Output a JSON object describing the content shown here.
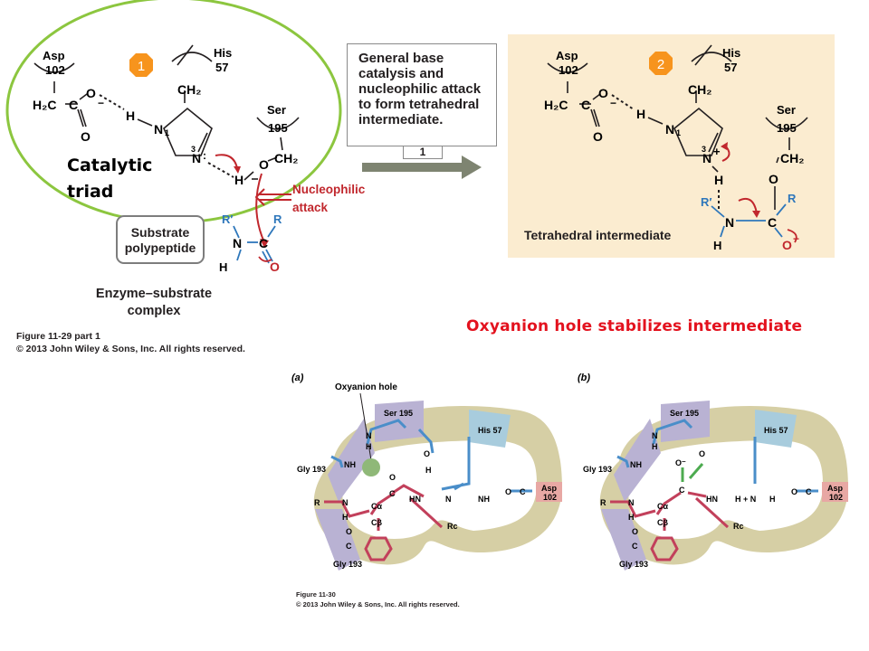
{
  "callout": {
    "text_lines": [
      "General base",
      "catalysis and",
      "nucleophilic attack",
      "to form tetrahedral",
      "intermediate."
    ],
    "step": "1"
  },
  "badges": {
    "step1": "1",
    "step2": "2"
  },
  "catalytic_triad": [
    "Catalytic",
    "triad"
  ],
  "substrate_box": [
    "Substrate",
    "polypeptide"
  ],
  "nucleophilic_attack": [
    "Nucleophilic",
    "attack"
  ],
  "es_complex": [
    "Enzyme–substrate",
    "complex"
  ],
  "caption1": [
    "Figure 11-29 part 1",
    "© 2013 John Wiley & Sons, Inc. All rights reserved."
  ],
  "tetrahedral_label": "Tetrahedral intermediate",
  "oxyanion_heading": "Oxyanion hole stabilizes intermediate",
  "residues": {
    "asp": [
      "Asp",
      "102"
    ],
    "his": [
      "His",
      "57"
    ],
    "ser": [
      "Ser",
      "195"
    ]
  },
  "panel_a": {
    "label": "(a)",
    "oxyanion_hole_label": "Oxyanion hole",
    "residues": [
      "Ser 195",
      "His 57",
      "Asp 102",
      "Gly 193",
      "Gly 193"
    ]
  },
  "panel_b": {
    "label": "(b)",
    "residues": [
      "Ser 195",
      "His 57",
      "Asp 102",
      "Gly 193",
      "Gly 193"
    ]
  },
  "caption2": [
    "Figure 11-30",
    "© 2013 John Wiley & Sons, Inc. All rights reserved."
  ],
  "colors": {
    "ring_green": "#8cc63f",
    "badge_orange": "#f7941d",
    "arrow_red": "#c1272d",
    "substrate_blue": "#2e77bb",
    "tan_panel": "#fbecd0",
    "process_arrow_gray": "#7e8471",
    "heading_red": "#e3121e",
    "enzyme_tan": "#d6cfa5",
    "residue_lavender": "#b9b2d3",
    "residue_blue": "#a8ccdd",
    "residue_pink": "#e8a8a4",
    "bond_pink": "#c2405b",
    "bond_blue": "#4a8ec9"
  }
}
